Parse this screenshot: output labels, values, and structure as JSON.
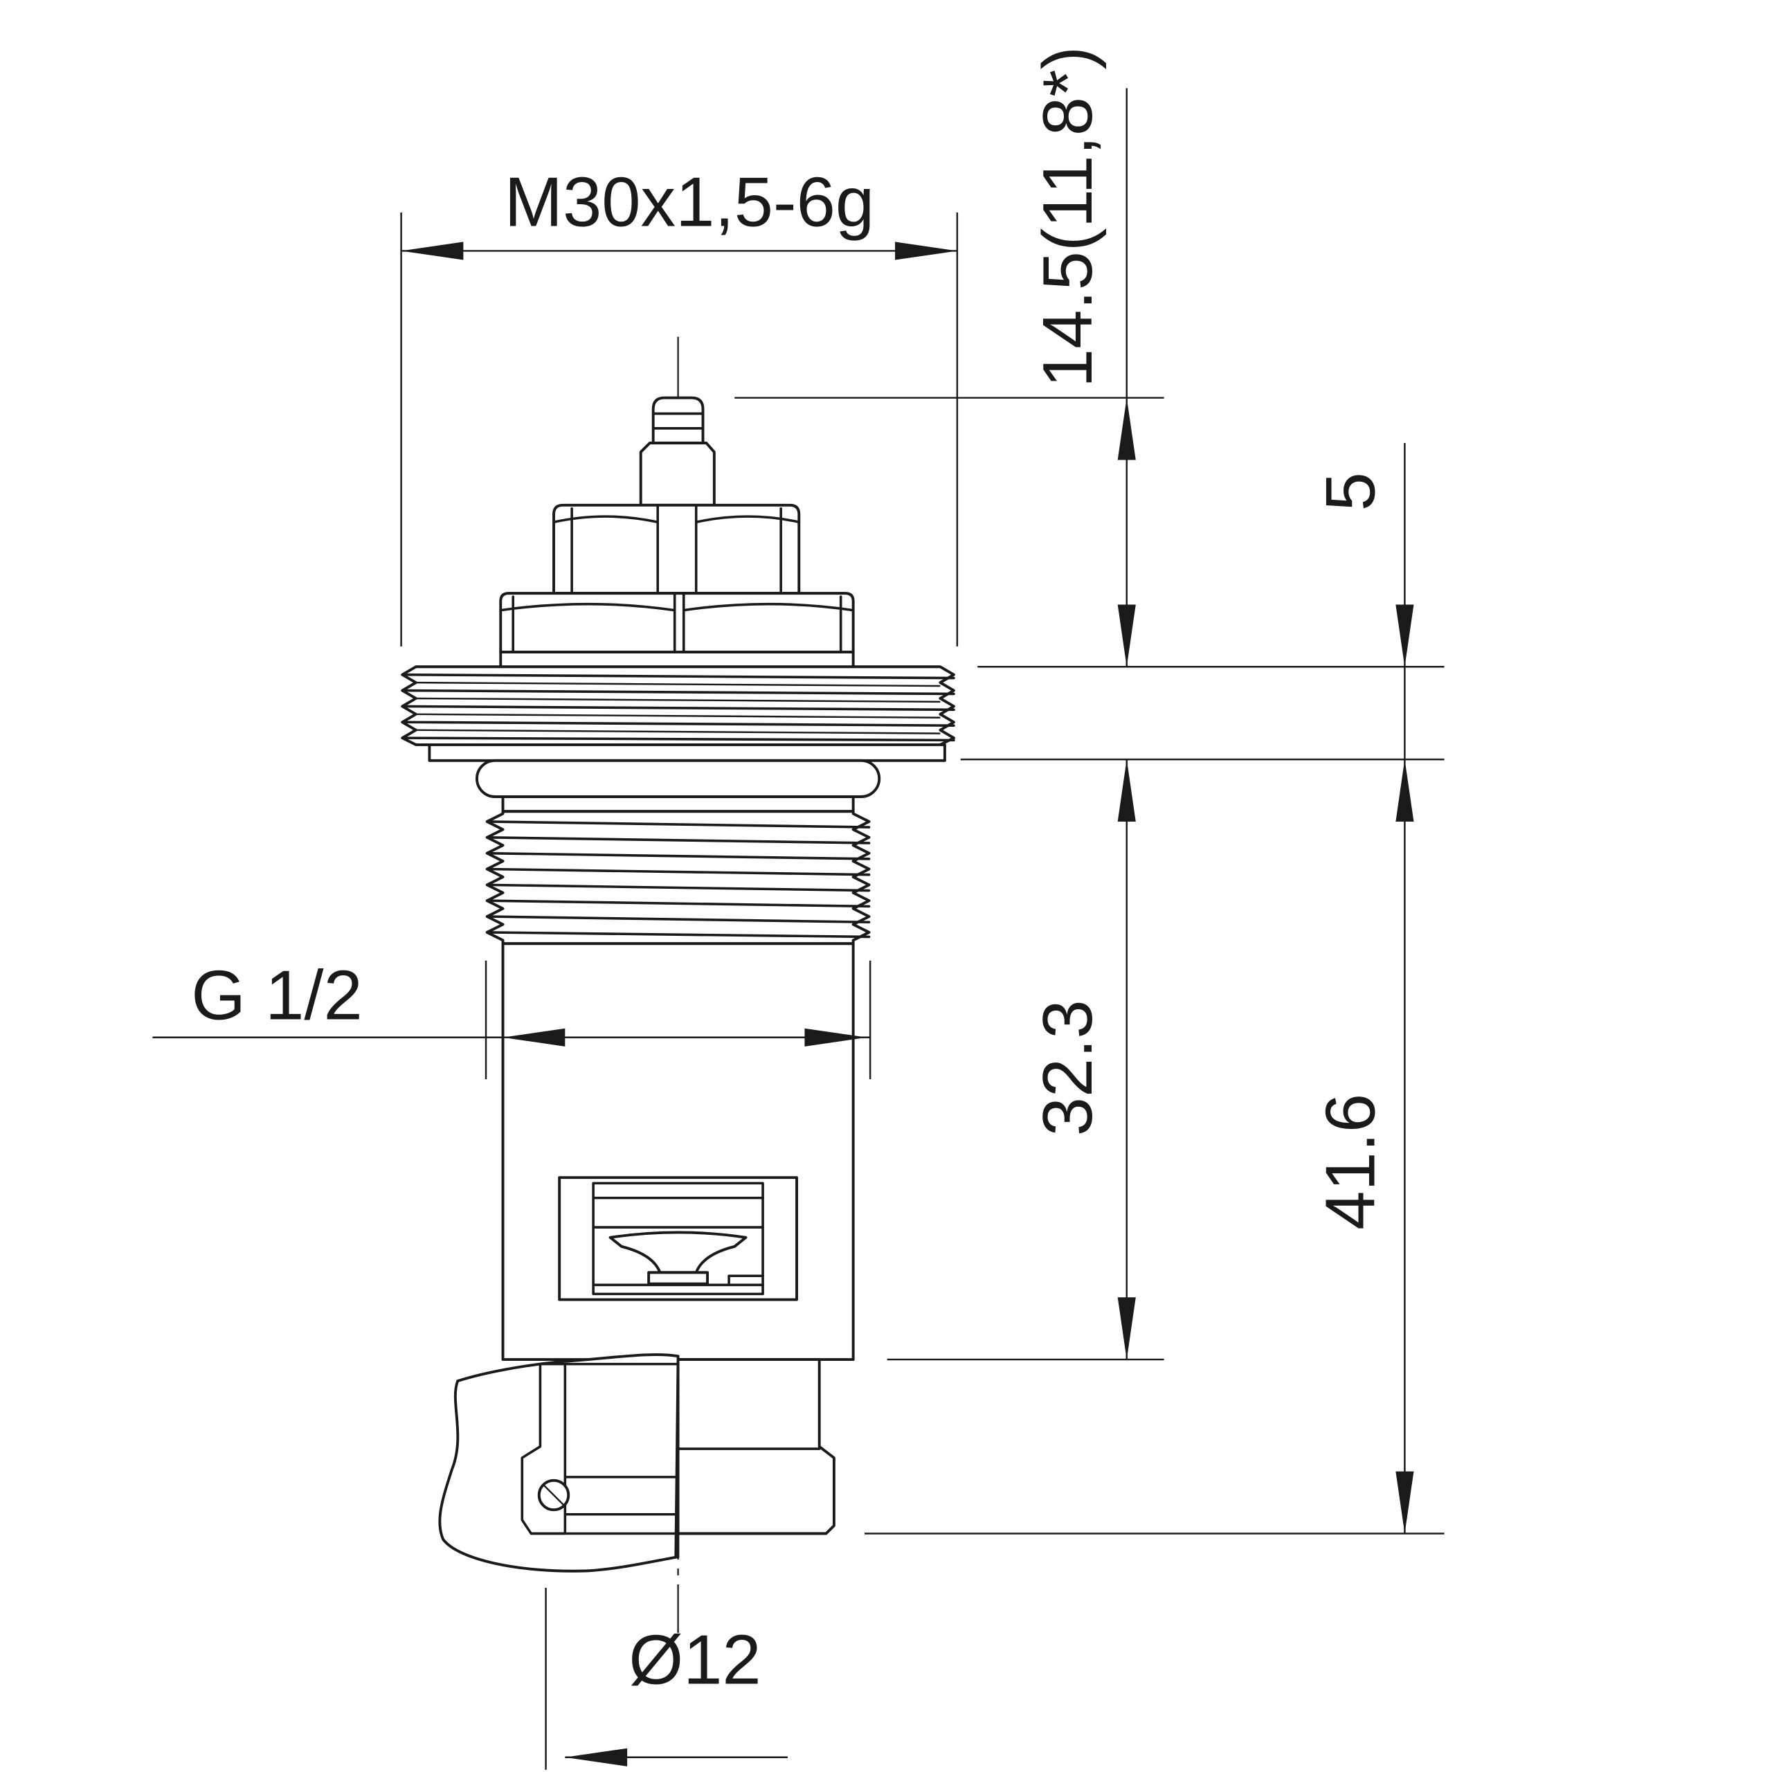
{
  "dimensions": {
    "top_thread": "M30x1,5-6g",
    "pin_height": "14.5(11,8*)",
    "flange_height": "5",
    "body_height": "32.3",
    "total_height": "41.6",
    "connection_thread": "G 1/2",
    "spigot_diameter": "Ø12"
  },
  "colors": {
    "line": "#1a1a1a",
    "background": "#ffffff"
  }
}
